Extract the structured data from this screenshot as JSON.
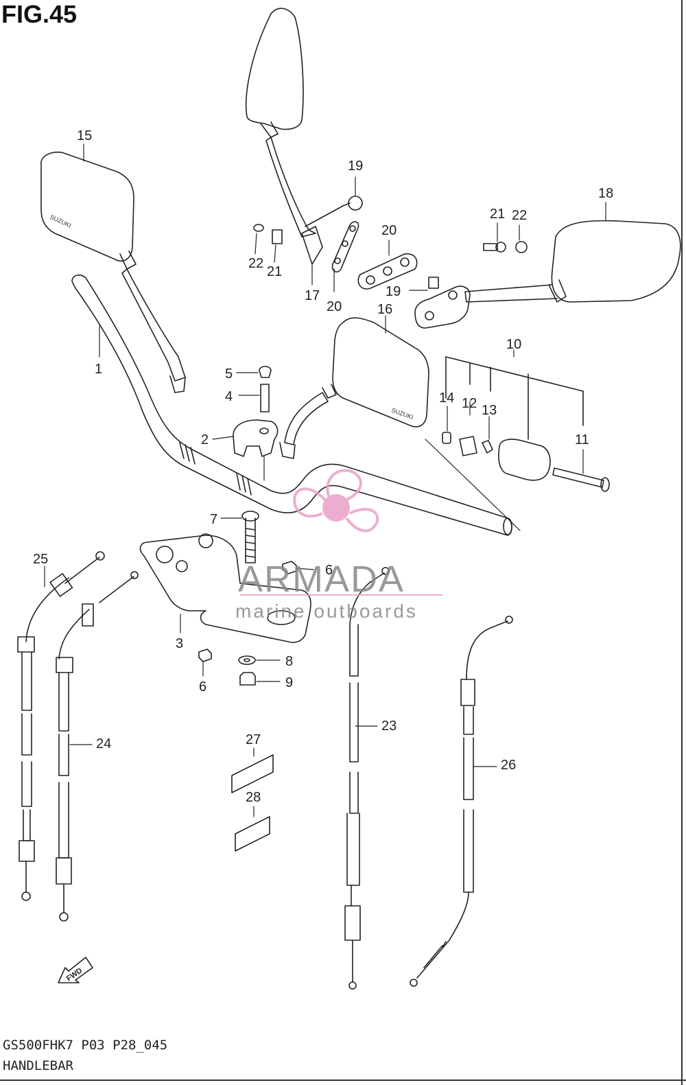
{
  "figure_title": "FIG.45",
  "footer": {
    "model_code": "GS500FHK7  P03 P28_045",
    "section_name": "HANDLEBAR"
  },
  "watermark": {
    "brand": "ARMADA",
    "tagline": "marine outboards",
    "color_logo": "#e8a0c8",
    "color_text": "#888888"
  },
  "mirror_text": "SUZUKI",
  "fwd_label": "FWD",
  "callouts": {
    "c1": "1",
    "c2": "2",
    "c3": "3",
    "c4": "4",
    "c5": "5",
    "c6a": "6",
    "c6b": "6",
    "c7": "7",
    "c8": "8",
    "c9": "9",
    "c10": "10",
    "c11": "11",
    "c12": "12",
    "c13": "13",
    "c14": "14",
    "c15": "15",
    "c16": "16",
    "c17": "17",
    "c18": "18",
    "c19a": "19",
    "c19b": "19",
    "c20a": "20",
    "c20b": "20",
    "c21a": "21",
    "c21b": "21",
    "c22a": "22",
    "c22b": "22",
    "c23": "23",
    "c24": "24",
    "c25": "25",
    "c26": "26",
    "c27": "27",
    "c28": "28"
  },
  "colors": {
    "line": "#222222",
    "background": "#ffffff"
  }
}
